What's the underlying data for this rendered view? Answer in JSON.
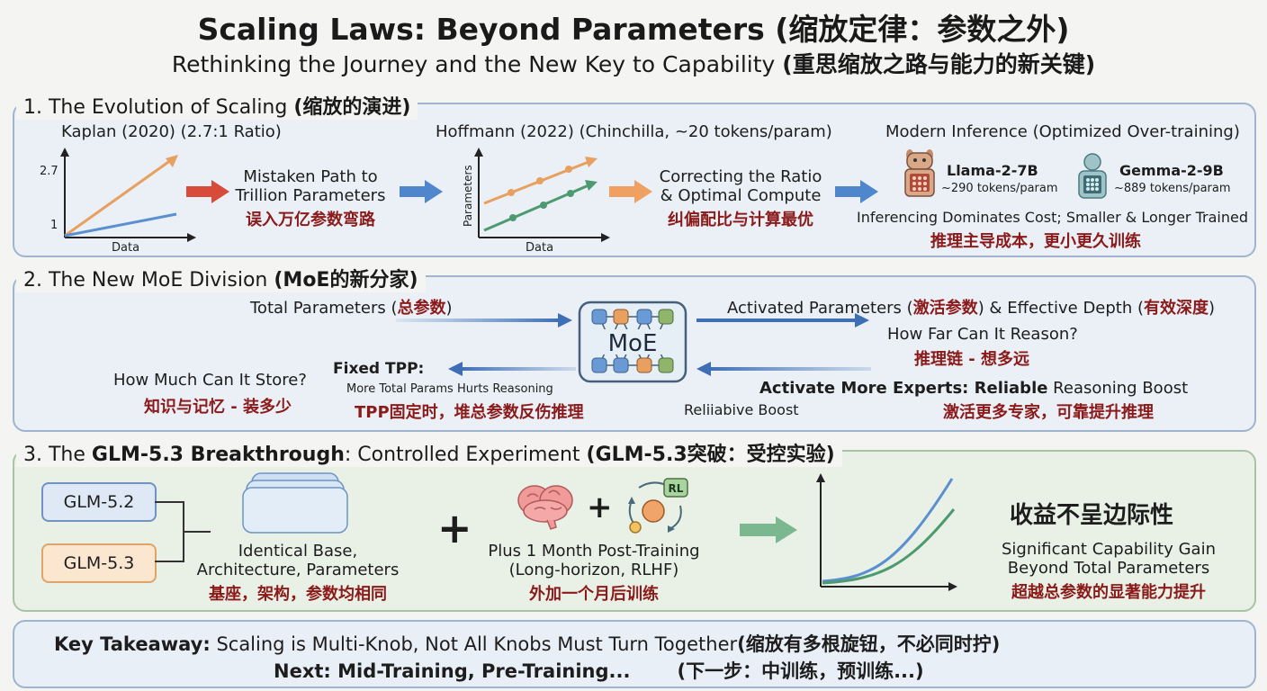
{
  "header": {
    "title": "Scaling Laws: Beyond Parameters (缩放定律：参数之外)",
    "subtitle_en": "Rethinking the Journey and the New Key to Capability ",
    "subtitle_cn": "(重思缩放之路与能力的新关键)"
  },
  "section1": {
    "title_en": "1. The Evolution of Scaling ",
    "title_cn": "(缩放的演进)",
    "kaplan": {
      "label": "Kaplan (2020) (2.7:1 Ratio)",
      "y_tick_high": "2.7",
      "y_tick_low": "1",
      "x_axis": "Data"
    },
    "step1": {
      "en_line1": "Mistaken Path to",
      "en_line2": "Trillion Parameters",
      "cn": "误入万亿参数弯路"
    },
    "hoffmann": {
      "label": "Hoffmann (2022) (Chinchilla, ~20 tokens/param)",
      "y_axis": "Parameters",
      "x_axis": "Data"
    },
    "step2": {
      "en_line1": "Correcting the Ratio",
      "en_line2": "& Optimal Compute",
      "cn": "纠偏配比与计算最优"
    },
    "modern": {
      "label": "Modern Inference (Optimized Over-training)",
      "llama_name": "Llama-2-7B",
      "llama_ratio": "~290 tokens/param",
      "gemma_name": "Gemma-2-9B",
      "gemma_ratio": "~889 tokens/param",
      "en": "Inferencing Dominates Cost; Smaller & Longer Trained",
      "cn": "推理主导成本，更小更久训练"
    }
  },
  "section2": {
    "title_en": "2. The New MoE Division ",
    "title_cn": "(MoE的新分家)",
    "total_params_en": "Total Parameters (",
    "total_params_cn": "总参数",
    "close_paren": ")",
    "moe_label": "MoE",
    "activated_en": "Activated Parameters (",
    "activated_cn": "激活参数",
    "depth_en": ") & Effective Depth (",
    "depth_cn": "有效深度",
    "reason_q": "How Far Can It Reason?",
    "reason_cn": "推理链 - 想多远",
    "store_q": "How Much Can It Store?",
    "store_cn": "知识与记忆 - 装多少",
    "fixed_tpp": "Fixed TPP:",
    "fixed_tpp_sub": "More Total Params Hurts Reasoning",
    "fixed_tpp_cn": "TPP固定时，堆总参数反伤推理",
    "activate_bold": "Activate More Experts: Reliable",
    "activate_rest": " Reasoning Boost",
    "activate_cn": "激活更多专家，可靠提升推理",
    "reliable_boost": "Reliiabive Boost"
  },
  "section3": {
    "title_pre": "3. The ",
    "title_bold": "GLM-5.3 Breakthrough",
    "title_mid": ": Controlled Experiment ",
    "title_cn": "(GLM-5.3突破：受控实验)",
    "glm52": "GLM-5.2",
    "glm53": "GLM-5.3",
    "base_line1": "Identical Base,",
    "base_line2": "Architecture, Parameters",
    "base_cn": "基座，架构，参数均相同",
    "plus": "+",
    "rl_badge": "RL",
    "post_line1": "Plus 1 Month Post-Training",
    "post_line2": "(Long-horizon, RLHF)",
    "post_cn": "外加一个月后训练",
    "gain_cn_title": "收益不呈边际性",
    "gain_line1": "Significant Capability Gain",
    "gain_line2": "Beyond Total Parameters",
    "gain_cn": "超越总参数的显著能力提升"
  },
  "takeaway": {
    "bold": "Key Takeaway:",
    "text": " Scaling is Multi-Knob, Not All Knobs Must Turn Together",
    "cn": "(缩放有多根旋钮，不必同时拧)",
    "next": "Next: Mid-Training, Pre-Training...",
    "next_cn": "(下一步：中训练，预训练...)"
  },
  "colors": {
    "orange": "#e8a060",
    "blue": "#5a8fd0",
    "green": "#4e9a70",
    "red_arrow": "#d84a3a",
    "dark_red": "#8b1a1a"
  }
}
